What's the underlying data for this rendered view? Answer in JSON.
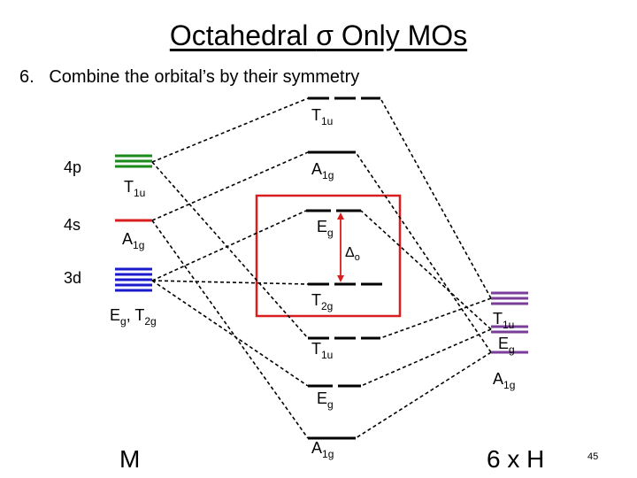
{
  "title": {
    "before": "Octahedral ",
    "symbol": "σ",
    "after": " Only MOs"
  },
  "step": {
    "number": "6.",
    "text": "Combine the orbital’s by their symmetry"
  },
  "metal": {
    "label": "M",
    "orbitals": [
      {
        "name": "4p",
        "symmetry_main": "T",
        "symmetry_sub": "1u",
        "color": "#1a8a1a"
      },
      {
        "name": "4s",
        "symmetry_main": "A",
        "symmetry_sub": "1g",
        "color": "#d81e1e"
      },
      {
        "name": "3d",
        "symmetry_main": "E",
        "symmetry_sub": "g",
        "symmetry_main2": ", T",
        "symmetry_sub2": "2g",
        "color": "#1a1acc"
      }
    ]
  },
  "mo": {
    "levels": [
      {
        "main": "T",
        "sub": "1u"
      },
      {
        "main": "A",
        "sub": "1g"
      },
      {
        "main": "E",
        "sub": "g"
      },
      {
        "main": "T",
        "sub": "2g"
      },
      {
        "main": "T",
        "sub": "1u"
      },
      {
        "main": "E",
        "sub": "g"
      },
      {
        "main": "A",
        "sub": "1g"
      }
    ],
    "splitting_symbol": "Δ",
    "splitting_sub": "o",
    "highlight_color": "#d81e1e"
  },
  "ligand": {
    "label": "6 x H",
    "color": "#7a3d99",
    "orbitals": [
      {
        "main": "T",
        "sub": "1u"
      },
      {
        "main": "E",
        "sub": "g"
      },
      {
        "main": "A",
        "sub": "1g"
      }
    ]
  },
  "page_number": "45"
}
